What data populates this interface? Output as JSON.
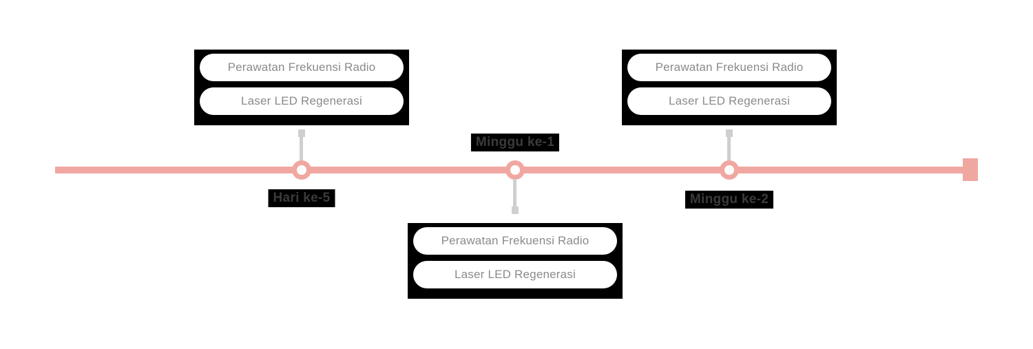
{
  "theme": {
    "background": "#FFFFFF",
    "accent_salmon": "#F1A7A1",
    "connector_gray": "#CFCFCF",
    "card_frame_black": "#000000",
    "pill_text_gray": "#8A8A8A",
    "label_text": "#3B3B3B",
    "label_highlight": "#000000"
  },
  "timeline": {
    "events": [
      {
        "label": "Hari ke-5",
        "position": "above",
        "treatments": [
          "Perawatan Frekuensi Radio",
          "Laser LED Regenerasi"
        ]
      },
      {
        "label": "Minggu ke-1",
        "position": "below",
        "treatments": [
          "Perawatan Frekuensi Radio",
          "Laser LED Regenerasi"
        ]
      },
      {
        "label": "Minggu ke-2",
        "position": "above",
        "treatments": [
          "Perawatan Frekuensi Radio",
          "Laser LED Regenerasi"
        ]
      }
    ]
  }
}
